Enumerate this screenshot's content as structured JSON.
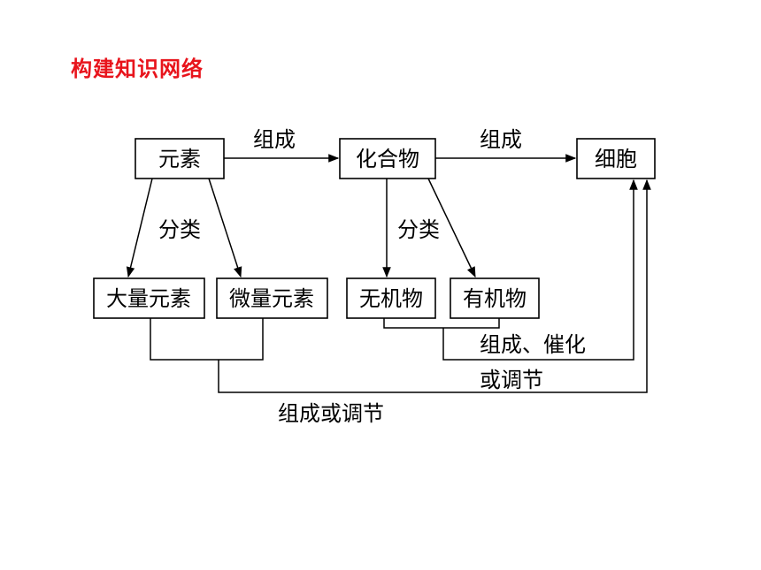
{
  "page": {
    "title": "构建知识网络",
    "title_color": "#e8141c"
  },
  "nodes": {
    "elements": "元素",
    "compounds": "化合物",
    "cell": "细胞",
    "macro_elements": "大量元素",
    "micro_elements": "微量元素",
    "inorganic": "无机物",
    "organic": "有机物"
  },
  "labels": {
    "compose_1": "组成",
    "compose_2": "组成",
    "classify_1": "分类",
    "classify_2": "分类",
    "compose_catalyze_line1": "组成、催化",
    "compose_catalyze_line2": "或调节",
    "compose_or_regulate": "组成或调节"
  }
}
